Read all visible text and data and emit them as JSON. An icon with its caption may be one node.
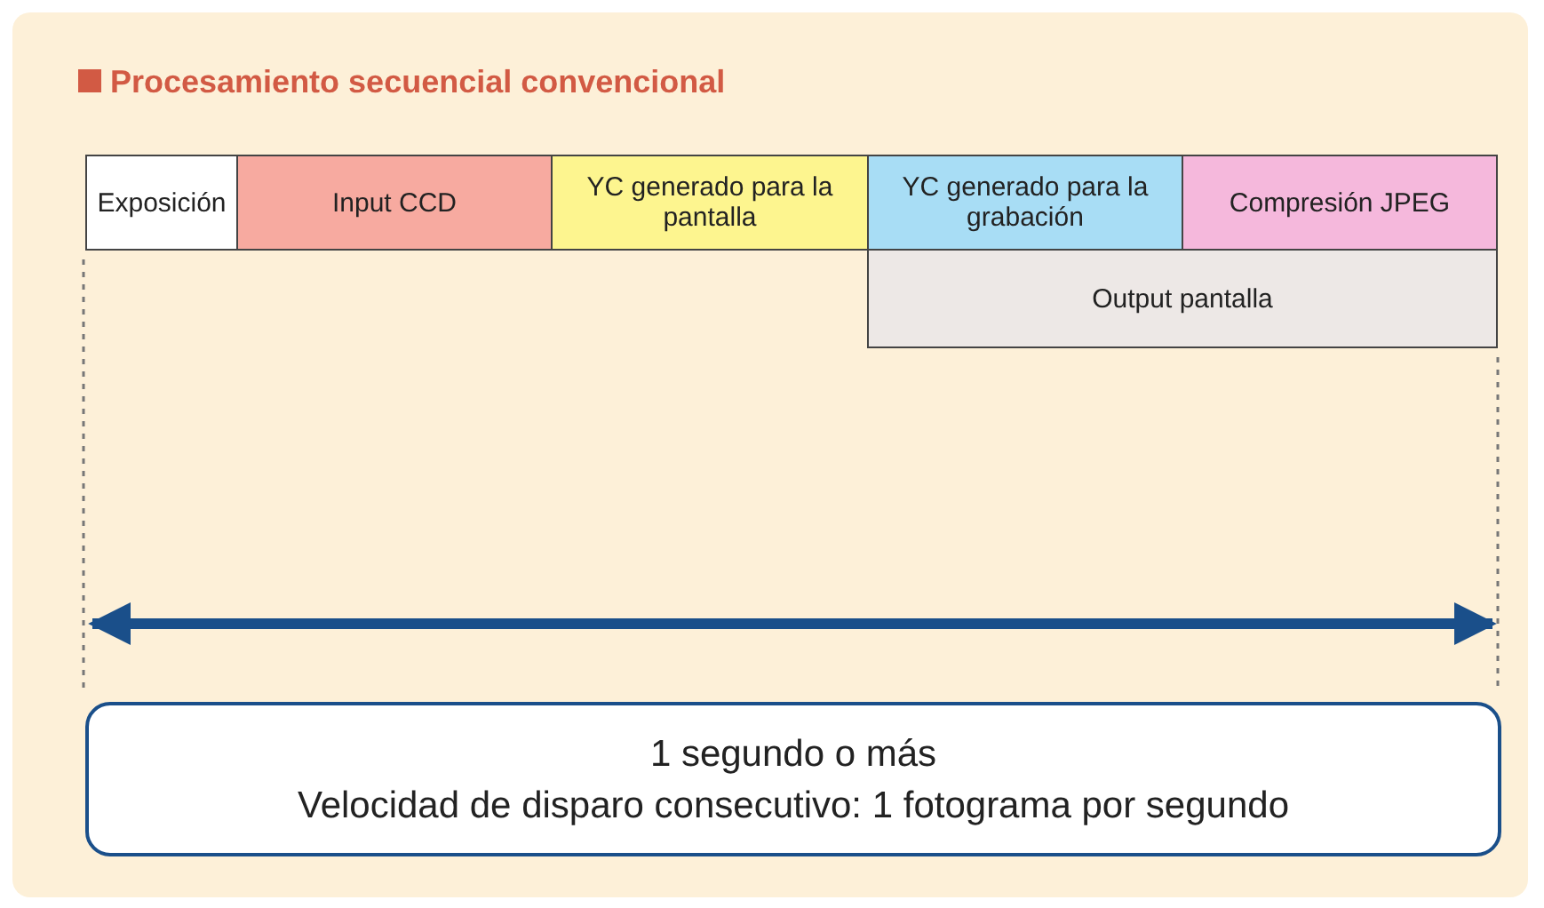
{
  "diagram": {
    "title": "Procesamiento secuencial convencional",
    "nodes": [
      {
        "text": [
          "Exposición"
        ]
      },
      {
        "text": [
          "Input CCD"
        ]
      },
      {
        "text": [
          "YC generado para la pantalla"
        ]
      },
      {
        "text": [
          "YC generado para la grabación"
        ]
      },
      {
        "text": [
          "Compresión JPEG"
        ]
      },
      {
        "text": [
          "Output pantalla"
        ]
      },
      {
        "text": [
          "1 segundo o más",
          "Velocidad de disparo consecutivo: 1 fotograma por segundo"
        ]
      }
    ]
  }
}
